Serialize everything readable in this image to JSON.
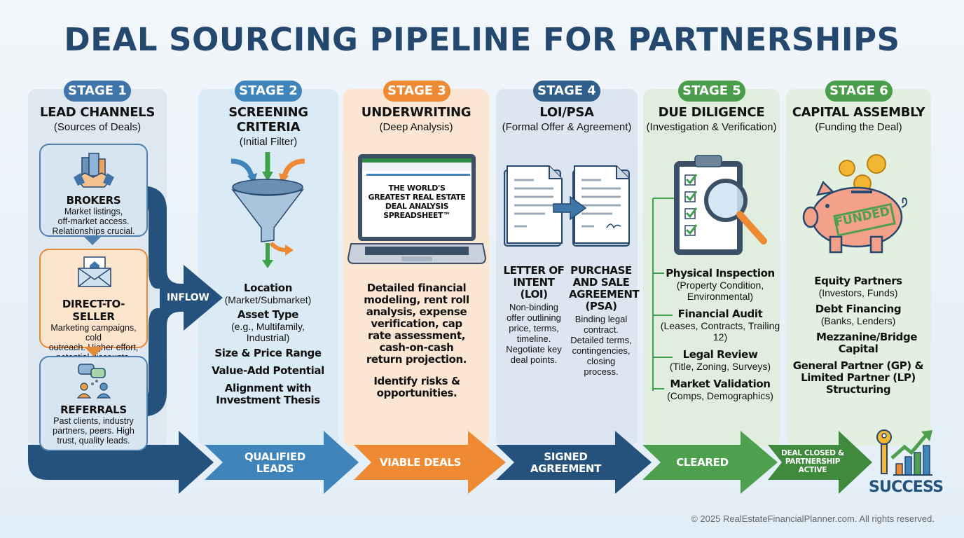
{
  "title": "DEAL SOURCING PIPELINE FOR PARTNERSHIPS",
  "colors": {
    "title": "#25496e",
    "navy": "#24527d",
    "blue": "#3f84bb",
    "orange": "#ee8a33",
    "green": "#4e9f4e",
    "dark_green": "#3f8a3d"
  },
  "stages": [
    {
      "pill": "STAGE 1",
      "heading": "LEAD CHANNELS",
      "subheading": "(Sources of Deals)",
      "channels": [
        {
          "icon": "handshake-buildings-icon",
          "title": "BROKERS",
          "desc": [
            "Market listings,",
            "off-market access.",
            "Relationships crucial."
          ]
        },
        {
          "icon": "envelope-house-icon",
          "title": "DIRECT-TO-SELLER",
          "desc": [
            "Marketing campaigns, cold",
            "outreach. Higher effort,",
            "potential discounts."
          ]
        },
        {
          "icon": "people-chat-icon",
          "title": "REFERRALS",
          "desc": [
            "Past clients, industry",
            "partners, peers. High",
            "trust, quality leads."
          ]
        }
      ],
      "flow_label": "INFLOW"
    },
    {
      "pill": "STAGE 2",
      "heading": "SCREENING CRITERIA",
      "subheading": "(Initial Filter)",
      "icon": "funnel-icon",
      "criteria": [
        {
          "title": "Location",
          "note": "(Market/Submarket)"
        },
        {
          "title": "Asset Type",
          "note": "(e.g., Multifamily, Industrial)"
        },
        {
          "title": "Size & Price Range",
          "note": ""
        },
        {
          "title": "Value-Add Potential",
          "note": ""
        },
        {
          "title": "Alignment with Investment Thesis",
          "note": ""
        }
      ]
    },
    {
      "pill": "STAGE 3",
      "heading": "UNDERWRITING",
      "subheading": "(Deep Analysis)",
      "icon": "laptop-spreadsheet-icon",
      "screen_text": [
        "THE WORLD'S",
        "GREATEST REAL ESTATE",
        "DEAL ANALYSIS",
        "SPREADSHEET™"
      ],
      "body": "Detailed financial modeling, rent roll analysis, expense verification, cap rate assessment, cash-on-cash return projection.",
      "body2": "Identify risks & opportunities."
    },
    {
      "pill": "STAGE 4",
      "heading": "LOI/PSA",
      "subheading": "(Formal Offer & Agreement)",
      "icon": "documents-arrow-icon",
      "items": [
        {
          "title": "LETTER OF INTENT (LOI)",
          "desc": "Non-binding offer outlining price, terms, timeline. Negotiate key deal points."
        },
        {
          "title": "PURCHASE AND SALE AGREEMENT (PSA)",
          "desc": "Binding legal contract. Detailed terms, contingencies, closing process."
        }
      ]
    },
    {
      "pill": "STAGE 5",
      "heading": "DUE DILIGENCE",
      "subheading": "(Investigation & Verification)",
      "icon": "clipboard-magnifier-icon",
      "checks": [
        {
          "title": "Physical Inspection",
          "note": "(Property Condition, Environmental)"
        },
        {
          "title": "Financial Audit",
          "note": "(Leases, Contracts, Trailing 12)"
        },
        {
          "title": "Legal Review",
          "note": "(Title, Zoning, Surveys)"
        },
        {
          "title": "Market Validation",
          "note": "(Comps, Demographics)"
        }
      ]
    },
    {
      "pill": "STAGE 6",
      "heading": "CAPITAL ASSEMBLY",
      "subheading": "(Funding the Deal)",
      "icon": "piggy-bank-icon",
      "stamp": "FUNDED",
      "sources": [
        {
          "title": "Equity Partners",
          "note": "(Investors, Funds)"
        },
        {
          "title": "Debt Financing",
          "note": "(Banks, Lenders)"
        },
        {
          "title": "Mezzanine/Bridge Capital",
          "note": ""
        },
        {
          "title": "General Partner (GP) & Limited Partner (LP) Structuring",
          "note": ""
        }
      ]
    }
  ],
  "flow_arrows": [
    "QUALIFIED LEADS",
    "VIABLE DEALS",
    "SIGNED AGREEMENT",
    "CLEARED",
    "DEAL CLOSED & PARTNERSHIP ACTIVE"
  ],
  "success_label": "SUCCESS",
  "footer": "© 2025 RealEstateFinancialPlanner.com. All rights reserved."
}
